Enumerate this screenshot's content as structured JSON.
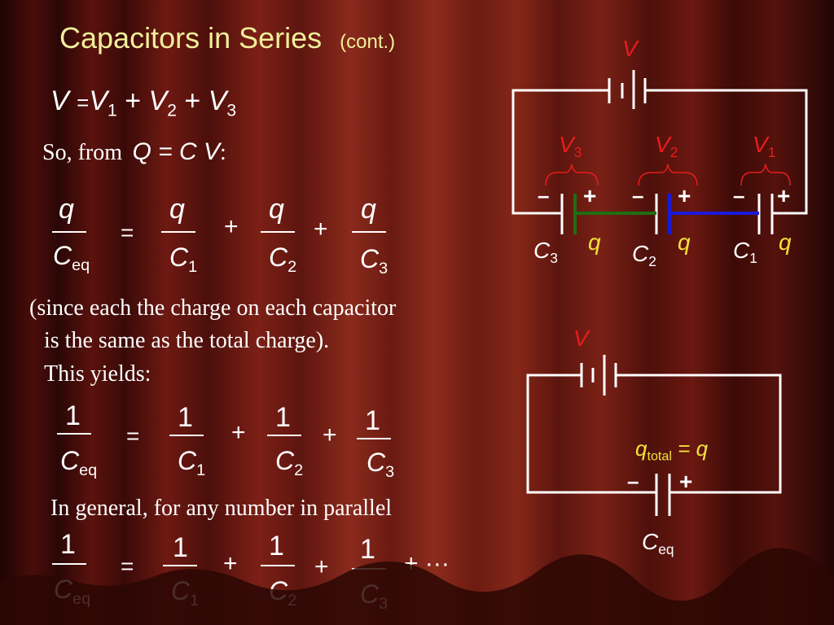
{
  "slide": {
    "title": "Capacitors in Series",
    "title_suffix": "(cont.)",
    "eq_voltage": {
      "lhs": "V",
      "eq": "=",
      "t1": "V",
      "s1": "1",
      "plus": "+",
      "t2": "V",
      "s2": "2",
      "t3": "V",
      "s3": "3"
    },
    "so_from": "So, from",
    "qcv": "Q = C V",
    "colon": ":",
    "frac_q": {
      "num": "q",
      "den_eq": "C",
      "den_eq_sub": "eq",
      "c": "C",
      "s1": "1",
      "s2": "2",
      "s3": "3",
      "eq": "=",
      "plus": "+"
    },
    "note_line1": "(since each the charge on each capacitor",
    "note_line2": "is the same as the total charge).",
    "note_line3": "This yields:",
    "frac_one": {
      "num": "1",
      "den_eq": "C",
      "den_eq_sub": "eq",
      "c": "C",
      "s1": "1",
      "s2": "2",
      "s3": "3",
      "eq": "=",
      "plus": "+"
    },
    "general_text": "In general, for any number in parallel",
    "general_dots": "+ ···"
  },
  "circuit1": {
    "battery_label": "V",
    "v3": "V",
    "v3_sub": "3",
    "v2": "V",
    "v2_sub": "2",
    "v1": "V",
    "v1_sub": "1",
    "minus": "–",
    "plus": "+",
    "c3": "C",
    "c3_sub": "3",
    "c2": "C",
    "c2_sub": "2",
    "c1": "C",
    "c1_sub": "1",
    "q": "q"
  },
  "circuit2": {
    "battery_label": "V",
    "qtotal": "q",
    "qtotal_sub": "total",
    "qtotal_rest": "= q",
    "minus": "–",
    "plus": "+",
    "ceq": "C",
    "ceq_sub": "eq"
  },
  "colors": {
    "title": "#f2ee9a",
    "voltage": "#e81c1c",
    "charge": "#f2e23c",
    "wire_green": "#1f6e12",
    "wire_blue": "#1a1ad8"
  }
}
